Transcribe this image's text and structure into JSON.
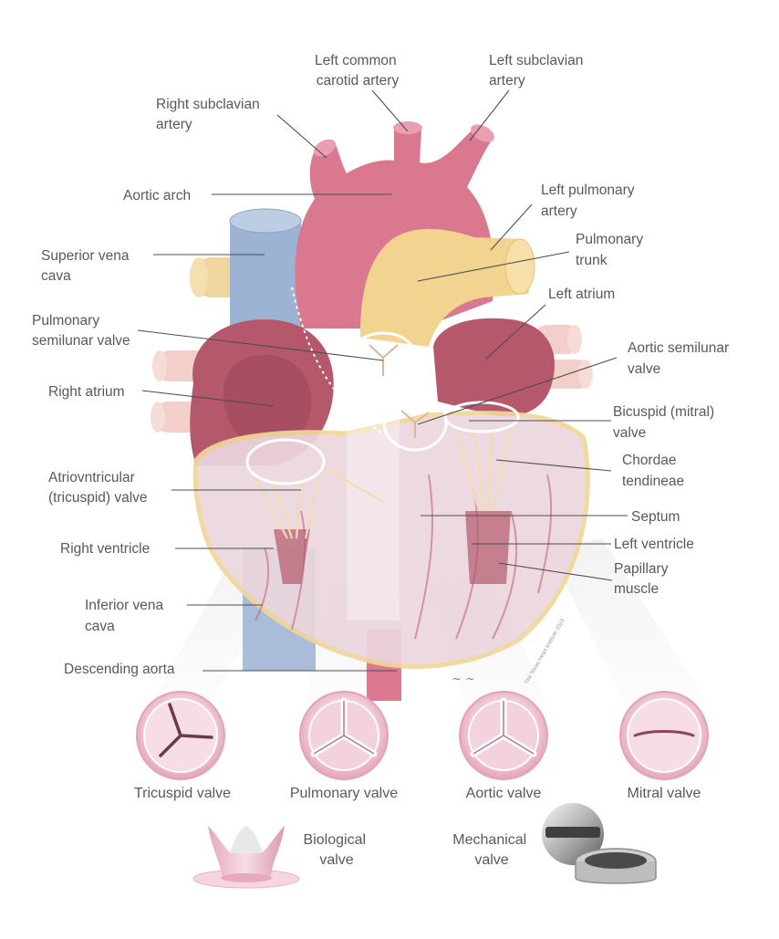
{
  "labels": {
    "left_common_carotid_artery": [
      "Left common",
      "carotid artery"
    ],
    "left_subclavian_artery": [
      "Left subclavian",
      "artery"
    ],
    "right_subclavian_artery": [
      "Right subclavian",
      "artery"
    ],
    "aortic_arch": [
      "Aortic arch"
    ],
    "left_pulmonary_artery": [
      "Left pulmonary",
      "artery"
    ],
    "superior_vena_cava": [
      "Superior vena",
      "cava"
    ],
    "pulmonary_trunk": [
      "Pulmonary",
      "trunk"
    ],
    "left_atrium": [
      "Left atrium"
    ],
    "pulmonary_semilunar_valve": [
      "Pulmonary",
      "semilunar valve"
    ],
    "aortic_semilunar_valve": [
      "Aortic semilunar",
      "valve"
    ],
    "right_atrium": [
      "Right atrium"
    ],
    "bicuspid_mitral_valve": [
      "Bicuspid (mitral)",
      "valve"
    ],
    "chordae_tendineae": [
      "Chordae",
      "tendineae"
    ],
    "atrioventricular_tricuspid_valve": [
      "Atriovntricular",
      "(tricuspid) valve"
    ],
    "septum": [
      "Septum"
    ],
    "right_ventricle": [
      "Right ventricle"
    ],
    "left_ventricle": [
      "Left ventricle"
    ],
    "papillary_muscle": [
      "Papillary",
      "muscle"
    ],
    "inferior_vena_cava": [
      "Inferior vena",
      "cava"
    ],
    "descending_aorta": [
      "Descending aorta"
    ]
  },
  "valves": {
    "tricuspid": "Tricuspid valve",
    "pulmonary": "Pulmonary valve",
    "aortic": "Aortic valve",
    "mitral": "Mitral valve"
  },
  "prosthetics": {
    "biological": [
      "Biological",
      "valve"
    ],
    "mechanical": [
      "Mechanical",
      "valve"
    ]
  },
  "credit": "The Texas Heart Institute 2023",
  "colors": {
    "aorta": "#d9788f",
    "vena_cava": "#9eb4d3",
    "pulmonary": "#f3d592",
    "atrium": "#b5586b",
    "ventricle": "#ead7df",
    "label_text": "#555a5f",
    "valve_ring": "#ffffff"
  },
  "icons": {
    "heart": "heart-anatomy-illustration",
    "mechanical_valve": "mechanical-valve-icon",
    "biological_valve": "biological-valve-icon"
  }
}
